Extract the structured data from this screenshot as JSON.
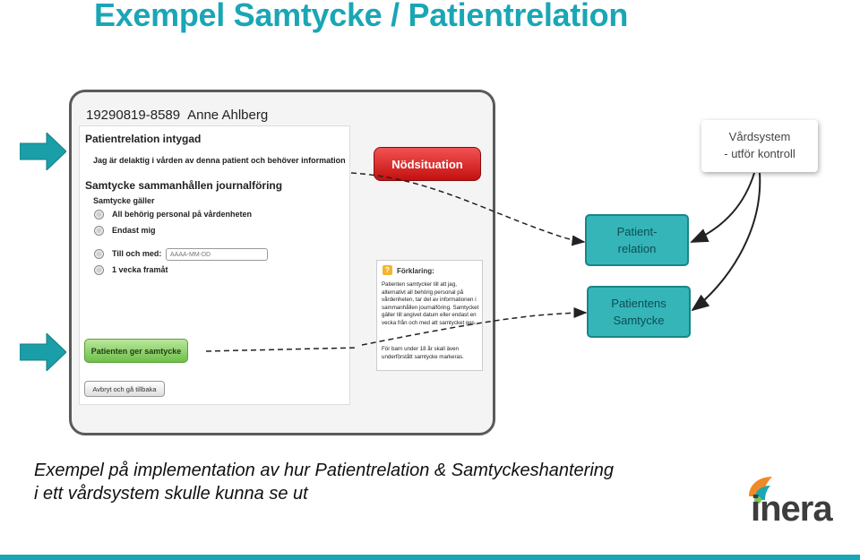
{
  "slide": {
    "title": "Exempel Samtycke / Patientrelation",
    "caption_line1": "Exempel på implementation av hur Patientrelation & Samtyckeshantering",
    "caption_line2": "i ett vårdsystem skulle kunna se ut",
    "logo": "inera"
  },
  "patient": {
    "id": "19290819-8589",
    "name": "Anne Ahlberg"
  },
  "relation_section": {
    "heading": "Patientrelation intygad",
    "statement": "Jag är delaktig i vården av denna patient och behöver information"
  },
  "consent_section": {
    "heading": "Samtycke sammanhållen journalföring",
    "subheading": "Samtycke gäller",
    "options": [
      "All behörig personal på vårdenheten",
      "Endast mig",
      "Till och med:",
      "1 vecka framåt"
    ],
    "date_placeholder": "ÅÅÅÅ-MM-DD"
  },
  "buttons": {
    "emergency": "Nödsituation",
    "give_consent": "Patienten ger samtycke",
    "cancel": "Avbryt och gå tillbaka"
  },
  "help": {
    "title": "Förklaring:",
    "text1": "Patienten samtycker till att jag, alternativt all behörig personal på vårdenheten, tar del av informationen i sammanhållen journalföring. Samtycket gäller till angivet datum eller endast en vecka från och med att samtycket ges.",
    "text2": "För barn under 18 år skall även underförstått samtycke markeras."
  },
  "diagram": {
    "system_line1": "Vårdsystem",
    "system_line2": "- utför kontroll",
    "relation_line1": "Patient-",
    "relation_line2": "relation",
    "consent_line1": "Patientens",
    "consent_line2": "Samtycke"
  },
  "colors": {
    "title": "#1aa6b5",
    "teal_box": "#35b5b8",
    "emergency": "#d42222",
    "consent_button": "#7cc653"
  }
}
